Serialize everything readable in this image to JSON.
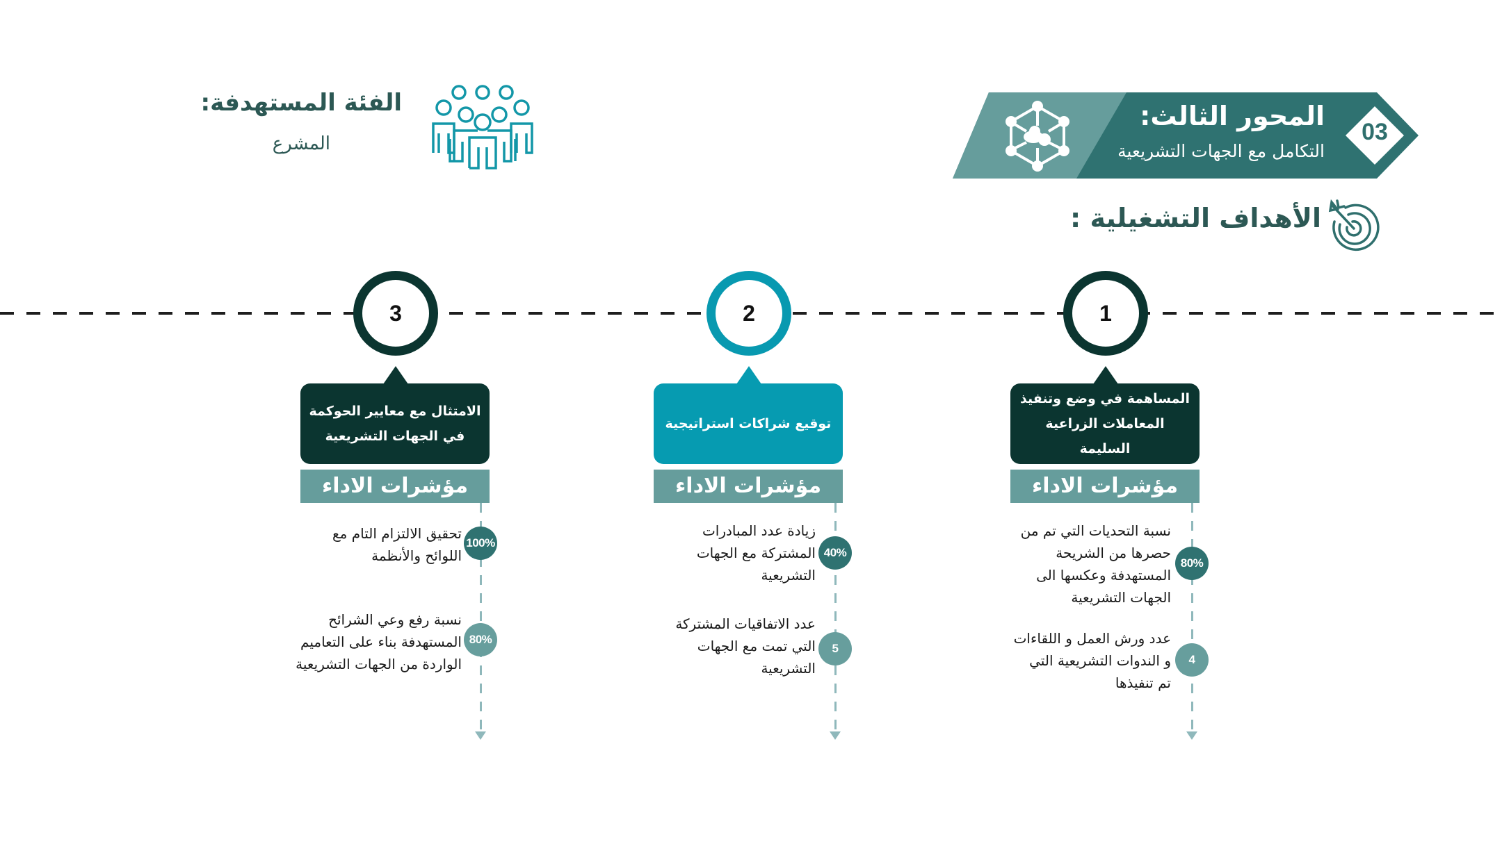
{
  "header": {
    "axis_number": "03",
    "axis_title": "المحور الثالث:",
    "axis_subtitle": "التكامل مع الجهات التشريعية",
    "axis_icon": "network-cloud-gear-icon",
    "colors": {
      "banner_dark": "#2f7271",
      "banner_light": "#669d9c"
    }
  },
  "target_group": {
    "title": "الفئة المستهدفة:",
    "value": "المشرع",
    "icon": "people-group-icon"
  },
  "goals_section": {
    "heading": "الأهداف التشغيلية :",
    "icon": "target-arrow-icon"
  },
  "goals": [
    {
      "number": "1",
      "title": "المساهمة في وضع وتنفيذ المعاملات الزراعية السليمة",
      "kpi_header": "مؤشرات الاداء",
      "kpis": [
        {
          "value": "80%",
          "text": "نسبة التحديات التي تم من حصرها من الشريحة المستهدفة وعكسها الى الجهات التشريعية"
        },
        {
          "value": "4",
          "text": "عدد ورش العمل و اللقاءات و الندوات التشريعية التي تم تنفيذها"
        }
      ]
    },
    {
      "number": "2",
      "title": "توقيع شراكات استراتيجية",
      "kpi_header": "مؤشرات الاداء",
      "kpis": [
        {
          "value": "40%",
          "text": "زيادة عدد المبادرات المشتركة مع الجهات التشريعية"
        },
        {
          "value": "5",
          "text": "عدد الاتفاقيات المشتركة التي تمت مع الجهات التشريعية"
        }
      ]
    },
    {
      "number": "3",
      "title": "الامتثال مع معايير الحوكمة في الجهات التشريعية",
      "kpi_header": "مؤشرات الاداء",
      "kpis": [
        {
          "value": "100%",
          "text": "تحقيق الالتزام التام مع اللوائح والأنظمة"
        },
        {
          "value": "80%",
          "text": "نسبة رفع وعي الشرائح المستهدفة بناء على التعاميم الواردة من الجهات التشريعية"
        }
      ]
    }
  ],
  "kpi_lines": {
    "g1_k1": [
      "نسبة التحديات التي تم من",
      "حصرها من الشريحة",
      "المستهدفة وعكسها الى",
      "الجهات التشريعية"
    ],
    "g1_k2": [
      "عدد ورش العمل و اللقاءات",
      "و الندوات التشريعية التي",
      "تم تنفيذها"
    ],
    "g2_k1": [
      "زيادة عدد المبادرات",
      "المشتركة مع الجهات",
      "التشريعية"
    ],
    "g2_k2": [
      "عدد الاتفاقيات المشتركة",
      "التي تمت مع الجهات",
      "التشريعية"
    ],
    "g3_k1": [
      "تحقيق الالتزام التام مع",
      "اللوائح والأنظمة"
    ],
    "g3_k2": [
      "نسبة رفع وعي الشرائح",
      "المستهدفة بناء على التعاميم",
      "الواردة من الجهات التشريعية"
    ]
  },
  "goal_lines": {
    "g1": [
      "المساهمة في وضع وتنفيذ",
      "المعاملات الزراعية السليمة"
    ],
    "g2": [
      "توقيع شراكات استراتيجية"
    ],
    "g3": [
      "الامتثال مع معايير الحوكمة",
      "في الجهات التشريعية"
    ]
  }
}
